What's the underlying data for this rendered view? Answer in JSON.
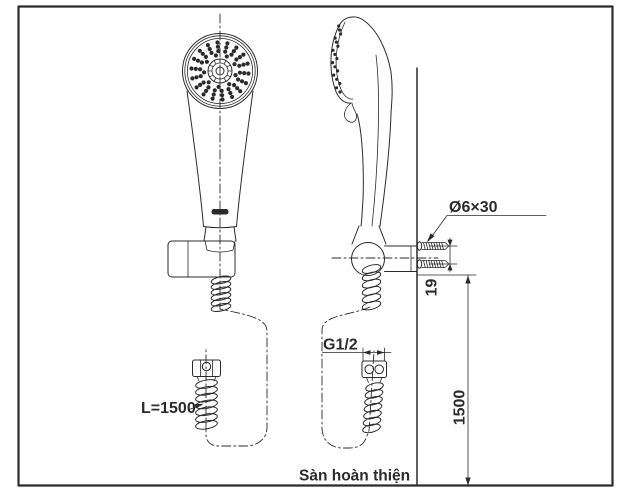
{
  "canvas": {
    "background": "#ffffff",
    "line_color": "#2b2b2b"
  },
  "diagram": {
    "type": "technical-drawing",
    "labels": {
      "screw_spec": "Ø6×30",
      "screw_spacing": "19",
      "install_height": "1500",
      "hose_thread": "G1/2",
      "hose_length": "L=1500",
      "floor": "Sàn hoàn thiện"
    }
  }
}
